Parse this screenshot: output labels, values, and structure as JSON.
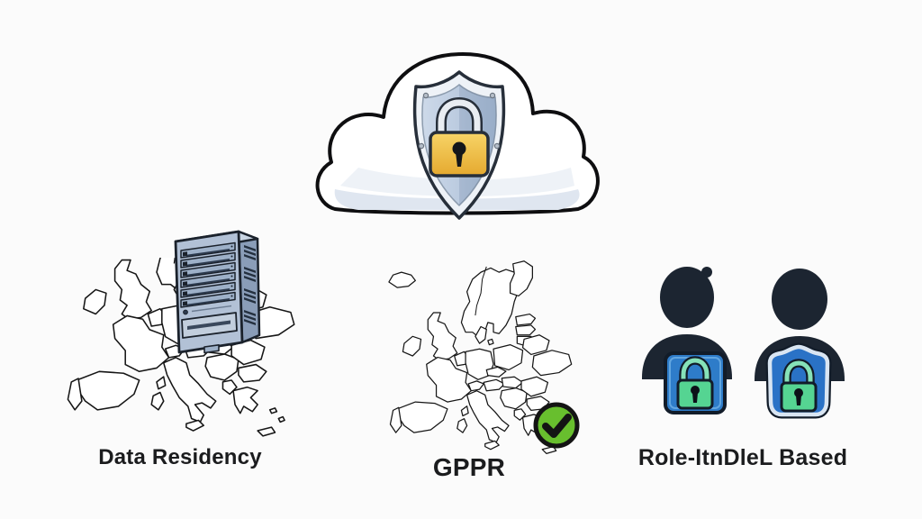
{
  "page": {
    "background": "#fbfbfb",
    "kind": "cloud-security-illustration"
  },
  "hero": {
    "icon": "cloud-shield-lock",
    "colors": {
      "cloud_fill": "#ffffff",
      "cloud_shade": "#dfe6f0",
      "outline": "#0e0e10",
      "shield_band": "#eef2f7",
      "shield_inner_light": "#cdd9e9",
      "shield_inner_dark": "#a9bdd6",
      "lock_gold": "#eeb93e",
      "shackle_silver": "#e9edf2"
    }
  },
  "features": [
    {
      "id": "data-residency",
      "label": "Data Residency",
      "icon": "europe-map-with-server",
      "colors": {
        "server_front": "#b2c1d6",
        "server_side": "#8a9db8",
        "map_stroke": "#161616"
      }
    },
    {
      "id": "gdpr-compliance",
      "label": "GPPR",
      "icon": "europe-map-with-checkmark",
      "colors": {
        "check_green": "#68bf2e",
        "check_stroke": "#141414"
      }
    },
    {
      "id": "role-based-access",
      "label": "Role-ItnDleL Based",
      "icon": "two-users-with-lock-badges",
      "colors": {
        "silhouette": "#1c2531",
        "badge_blue": "#2e7cc9",
        "lock_green": "#55d492"
      }
    }
  ]
}
